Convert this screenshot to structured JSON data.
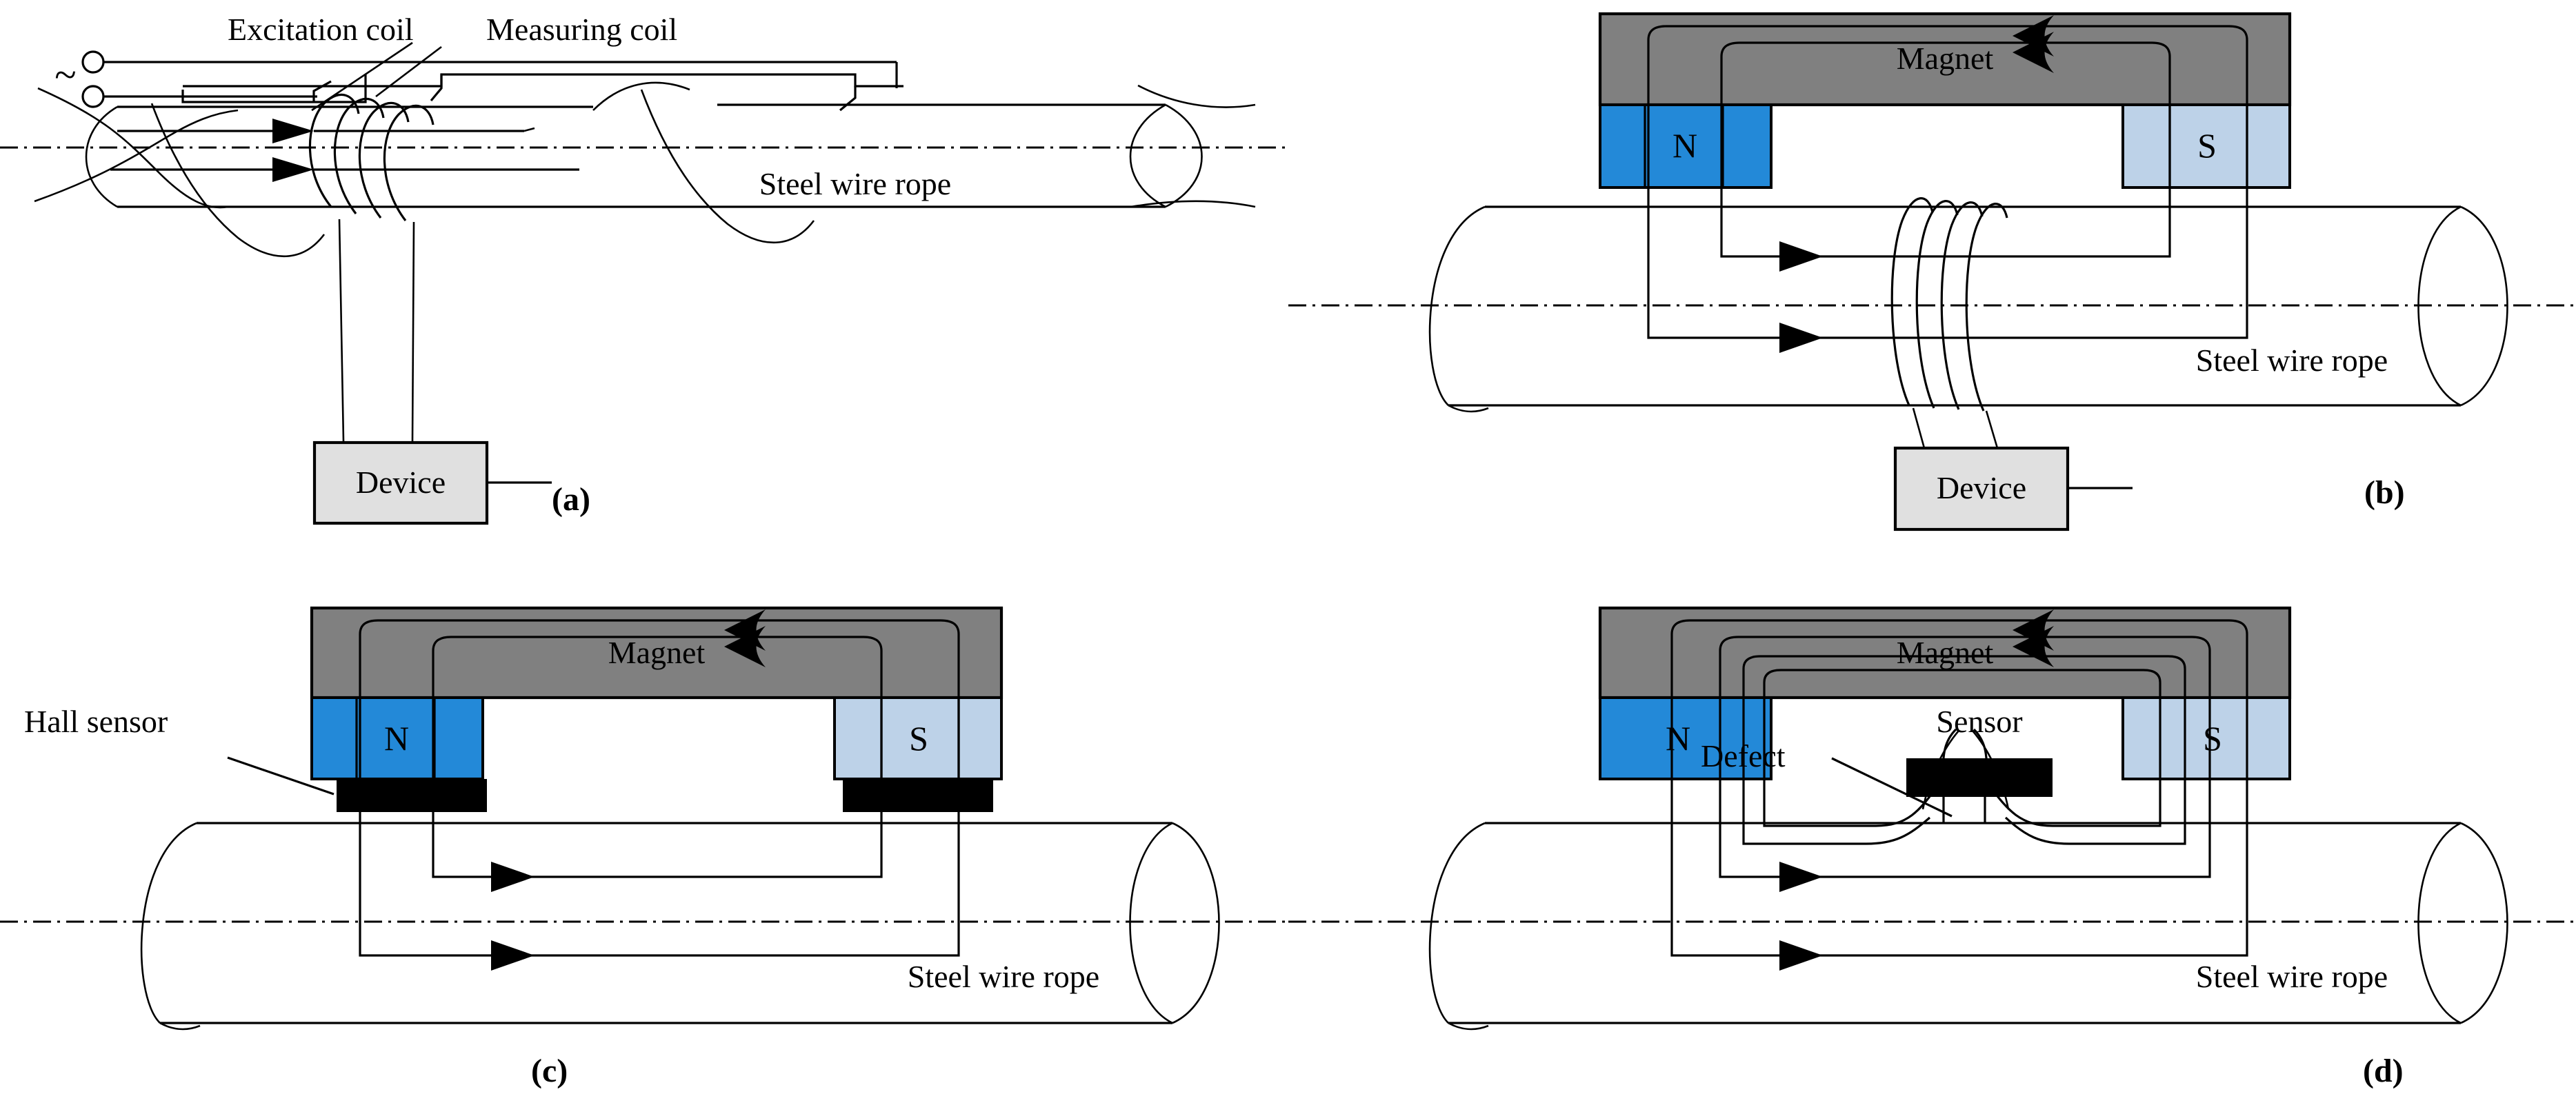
{
  "figure": {
    "title": "Steel wire rope non-destructive testing principles",
    "background_color": "#ffffff",
    "line_color": "#000000"
  },
  "colors": {
    "magnet_body": "#808080",
    "north_pole": "#2389d8",
    "south_pole": "#bdd2e8",
    "sensor_black": "#000000",
    "device_box": "#e0e0e0",
    "stroke": "#000000",
    "background": "#ffffff"
  },
  "panels": [
    {
      "id": "a",
      "caption": "(a)",
      "method": "electromagnetic-excitation-coil-method",
      "labels": {
        "excitation_coil": "Excitation coil",
        "measuring_coil": "Measuring coil",
        "steel_wire_rope": "Steel wire rope",
        "device": "Device",
        "ac_source": "~"
      }
    },
    {
      "id": "b",
      "caption": "(b)",
      "method": "permanent-magnet-induction-coil-method",
      "labels": {
        "magnet": "Magnet",
        "north_pole": "N",
        "south_pole": "S",
        "steel_wire_rope": "Steel wire rope",
        "device": "Device"
      }
    },
    {
      "id": "c",
      "caption": "(c)",
      "method": "permanent-magnet-hall-sensor-method",
      "labels": {
        "magnet": "Magnet",
        "north_pole": "N",
        "south_pole": "S",
        "hall_sensor": "Hall sensor",
        "steel_wire_rope": "Steel wire rope"
      }
    },
    {
      "id": "d",
      "caption": "(d)",
      "method": "magnetic-flux-leakage-defect-detection",
      "labels": {
        "magnet": "Magnet",
        "north_pole": "N",
        "south_pole": "S",
        "sensor": "Sensor",
        "defect": "Defect",
        "steel_wire_rope": "Steel wire rope"
      }
    }
  ]
}
